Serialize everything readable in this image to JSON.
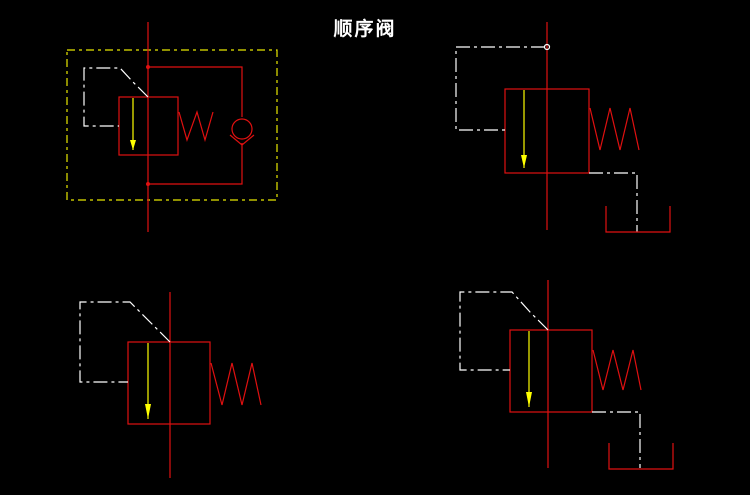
{
  "title": "顺序阀",
  "colors": {
    "background": "#000000",
    "line_red": "#e01010",
    "pilot_dashed": "#ffffff",
    "enclosure_yellow": "#e8e800",
    "arrow_yellow": "#ffff00",
    "title_text": "#ffffff"
  },
  "symbols": [
    {
      "name": "sequence-valve-with-check-valve",
      "enclosure": true,
      "drain": "internal"
    },
    {
      "name": "sequence-valve-external-pilot-external-drain",
      "enclosure": false,
      "drain": "external"
    },
    {
      "name": "sequence-valve-internal-pilot-internal-drain",
      "enclosure": false,
      "drain": "internal"
    },
    {
      "name": "sequence-valve-internal-pilot-external-drain",
      "enclosure": false,
      "drain": "external"
    }
  ]
}
